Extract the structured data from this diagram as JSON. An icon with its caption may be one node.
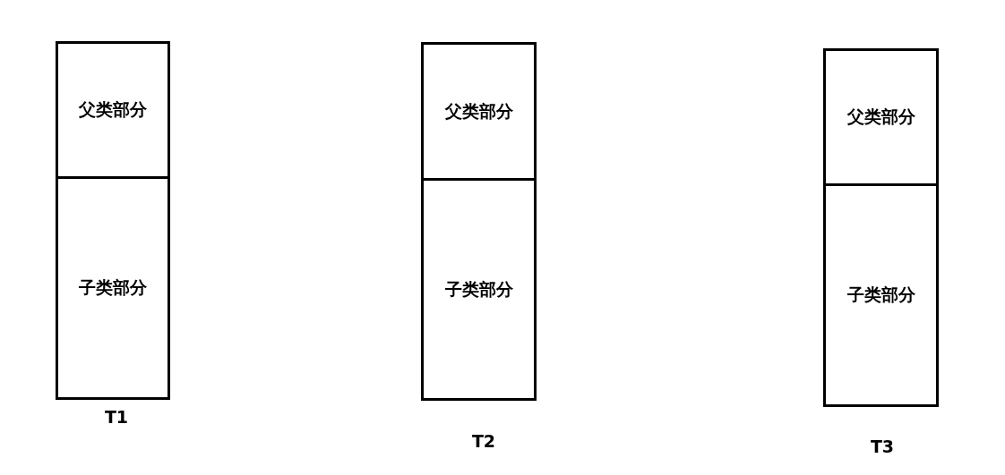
{
  "diagram": {
    "nodes": [
      {
        "text": [
          "T1"
        ]
      },
      {
        "text": [
          "父类部分"
        ],
        "in": 0
      },
      {
        "text": [
          "子类部分"
        ],
        "in": 0
      },
      {
        "text": [
          "T2"
        ]
      },
      {
        "text": [
          "父类部分"
        ],
        "in": 3
      },
      {
        "text": [
          "子类部分"
        ],
        "in": 3
      },
      {
        "text": [
          "T3"
        ]
      },
      {
        "text": [
          "父类部分"
        ],
        "in": 6
      },
      {
        "text": [
          "子类部分"
        ],
        "in": 6
      }
    ]
  }
}
